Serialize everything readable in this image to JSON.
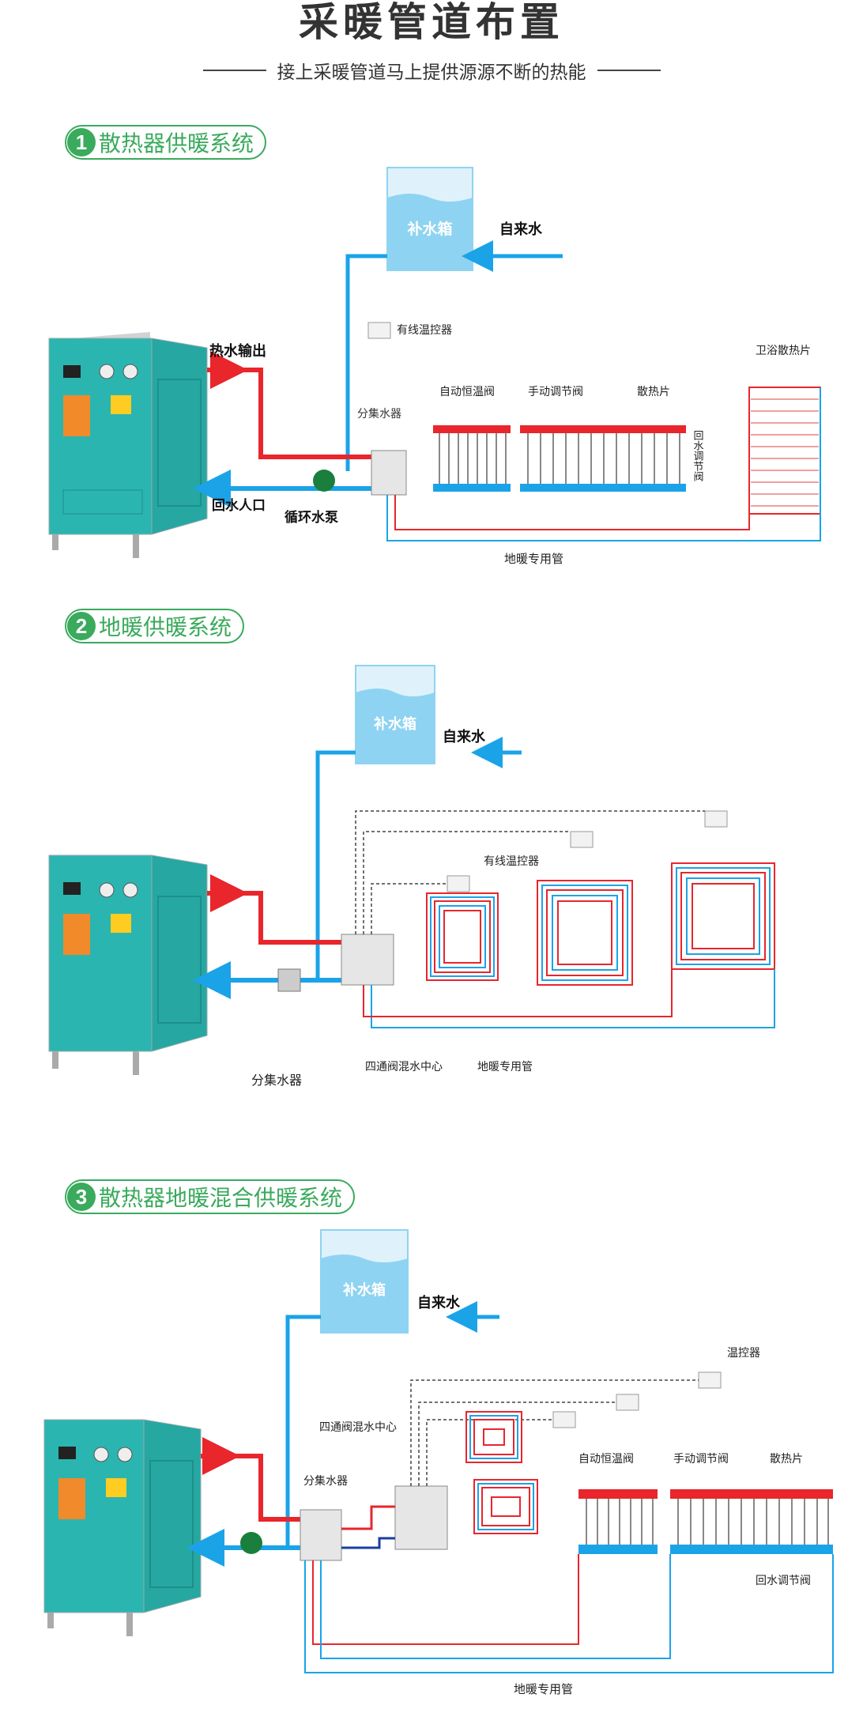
{
  "header": {
    "title": "采暖管道布置",
    "subtitle": "接上采暖管道马上提供源源不断的热能"
  },
  "sections": [
    {
      "number": "1",
      "title": "散热器供暖系统",
      "labels": {
        "tank": "补水箱",
        "tap_water": "自来水",
        "wired_thermostat": "有线温控器",
        "hot_water_out": "热水输出",
        "return_inlet": "回水人口",
        "circulation_pump": "循环水泵",
        "manifold": "分集水器",
        "auto_valve": "自动恒温阀",
        "manual_valve": "手动调节阀",
        "radiator": "散热片",
        "return_valve": "回水调节阀",
        "bath_radiator": "卫浴散热片",
        "floor_pipe": "地暖专用管"
      }
    },
    {
      "number": "2",
      "title": "地暖供暖系统",
      "labels": {
        "tank": "补水箱",
        "tap_water": "自来水",
        "wired_thermostat": "有线温控器",
        "manifold": "分集水器",
        "four_way": "四通阀混水中心",
        "floor_pipe": "地暖专用管"
      }
    },
    {
      "number": "3",
      "title": "散热器地暖混合供暖系统",
      "labels": {
        "tank": "补水箱",
        "tap_water": "自来水",
        "thermostat": "温控器",
        "four_way": "四通阀混水中心",
        "manifold": "分集水器",
        "auto_valve": "自动恒温阀",
        "manual_valve": "手动调节阀",
        "radiator": "散热片",
        "return_valve": "回水调节阀",
        "floor_pipe": "地暖专用管"
      }
    }
  ],
  "colors": {
    "accent_green": "#3aaa5c",
    "hot_pipe": "#e8262c",
    "cold_pipe": "#1ba3e8",
    "boiler": "#2bb5b0",
    "tank": "#8fd3f2"
  }
}
